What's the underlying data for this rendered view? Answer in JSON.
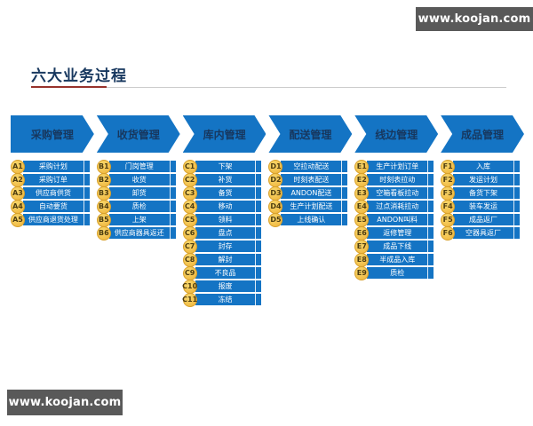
{
  "title": {
    "text": "六大业务过程"
  },
  "watermark": {
    "text": "www.koojan.com"
  },
  "colors": {
    "arrow_blue": "#1474c4",
    "box_blue": "#1474c4",
    "badge_yellow": "#eeb23a",
    "title_navy": "#17375e",
    "rule_red": "#97322c",
    "watermark_bg": "#595959"
  },
  "processes": [
    {
      "label": "采购管理",
      "items": [
        {
          "code": "A1",
          "label": "采购计划"
        },
        {
          "code": "A2",
          "label": "采购订单"
        },
        {
          "code": "A3",
          "label": "供应商供货"
        },
        {
          "code": "A4",
          "label": "自动要货"
        },
        {
          "code": "A5",
          "label": "供应商退货处理"
        }
      ]
    },
    {
      "label": "收货管理",
      "items": [
        {
          "code": "B1",
          "label": "门岗管理"
        },
        {
          "code": "B2",
          "label": "收货"
        },
        {
          "code": "B3",
          "label": "卸货"
        },
        {
          "code": "B4",
          "label": "质检"
        },
        {
          "code": "B5",
          "label": "上架"
        },
        {
          "code": "B6",
          "label": "供应商器具返还"
        }
      ]
    },
    {
      "label": "库内管理",
      "items": [
        {
          "code": "C1",
          "label": "下架"
        },
        {
          "code": "C2",
          "label": "补货"
        },
        {
          "code": "C3",
          "label": "备货"
        },
        {
          "code": "C4",
          "label": "移动"
        },
        {
          "code": "C5",
          "label": "领料"
        },
        {
          "code": "C6",
          "label": "盘点"
        },
        {
          "code": "C7",
          "label": "封存"
        },
        {
          "code": "C8",
          "label": "解封"
        },
        {
          "code": "C9",
          "label": "不良品"
        },
        {
          "code": "C10",
          "label": "报废"
        },
        {
          "code": "C11",
          "label": "冻结"
        }
      ]
    },
    {
      "label": "配送管理",
      "items": [
        {
          "code": "D1",
          "label": "空拉动配送"
        },
        {
          "code": "D2",
          "label": "时刻表配送"
        },
        {
          "code": "D3",
          "label": "ANDON配送"
        },
        {
          "code": "D4",
          "label": "生产计划配送"
        },
        {
          "code": "D5",
          "label": "上线确认"
        }
      ]
    },
    {
      "label": "线边管理",
      "items": [
        {
          "code": "E1",
          "label": "生产计划订单"
        },
        {
          "code": "E2",
          "label": "时刻表拉动"
        },
        {
          "code": "E3",
          "label": "空箱看板拉动"
        },
        {
          "code": "E4",
          "label": "过点消耗拉动"
        },
        {
          "code": "E5",
          "label": "ANDON叫料"
        },
        {
          "code": "E6",
          "label": "返修管理"
        },
        {
          "code": "E7",
          "label": "成品下线"
        },
        {
          "code": "E8",
          "label": "半成品入库"
        },
        {
          "code": "E9",
          "label": "质检"
        }
      ]
    },
    {
      "label": "成品管理",
      "items": [
        {
          "code": "F1",
          "label": "入库"
        },
        {
          "code": "F2",
          "label": "发运计划"
        },
        {
          "code": "F3",
          "label": "备货下架"
        },
        {
          "code": "F4",
          "label": "装车发运"
        },
        {
          "code": "F5",
          "label": "成品返厂"
        },
        {
          "code": "F6",
          "label": "空器具返厂"
        }
      ]
    }
  ]
}
